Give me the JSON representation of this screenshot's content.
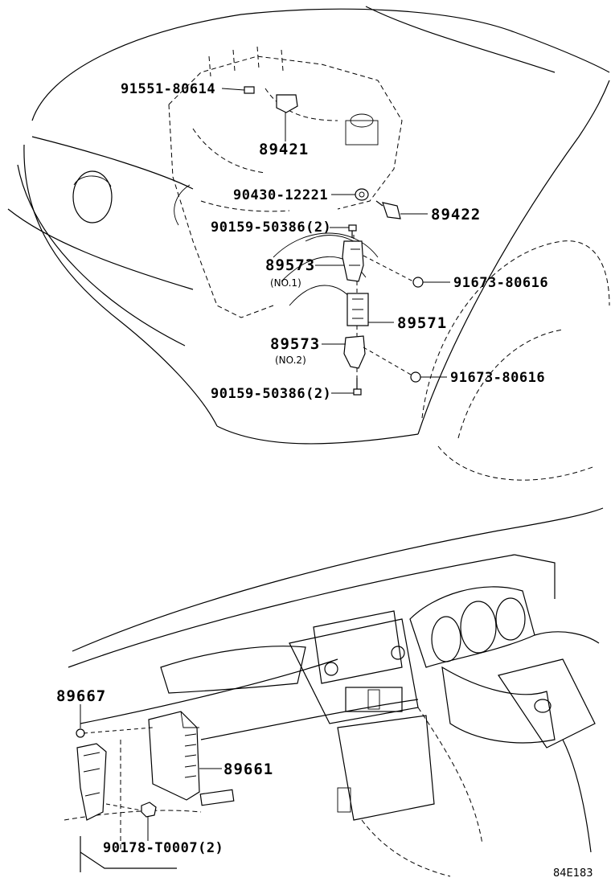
{
  "parts": {
    "p91551": "91551-80614",
    "p89421": "89421",
    "p90430": "90430-12221",
    "p89422": "89422",
    "p90159_top": "90159-50386(2)",
    "p89573_no1": "89573",
    "no1": "(NO.1)",
    "p91673_a": "91673-80616",
    "p89571": "89571",
    "p89573_no2": "89573",
    "no2": "(NO.2)",
    "p91673_b": "91673-80616",
    "p90159_bot": "90159-50386(2)",
    "p89667": "89667",
    "p89661": "89661",
    "p90178": "90178-T0007(2)"
  },
  "figure_code": "84E183"
}
